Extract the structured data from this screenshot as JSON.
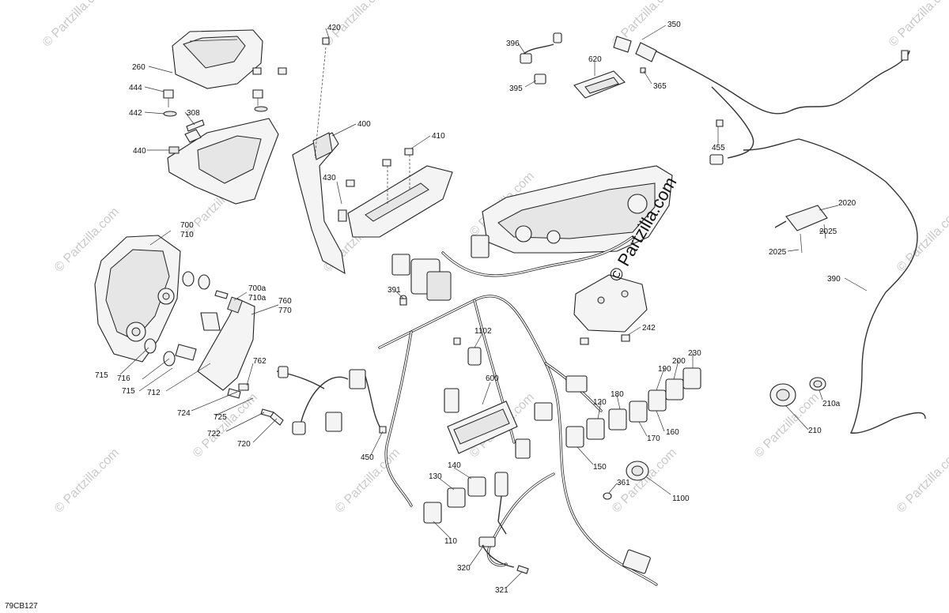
{
  "diagram": {
    "code": "79CB127",
    "watermark_main": "© Partzilla.com",
    "watermark_repeat": "© Partzilla.com",
    "labels": {
      "l260": "260",
      "l444": "444",
      "l442": "442",
      "l308": "308",
      "l440": "440",
      "l420": "420",
      "l400": "400",
      "l410": "410",
      "l430": "430",
      "l700": "700",
      "l710": "710",
      "l700a": "700a",
      "l710a": "710a",
      "l760": "760",
      "l770": "770",
      "l762": "762",
      "l715a": "715",
      "l716": "716",
      "l715b": "715",
      "l712": "712",
      "l724": "724",
      "l725": "725",
      "l722": "722",
      "l720": "720",
      "l391": "391",
      "l450": "450",
      "l1102": "1102",
      "l600": "600",
      "l130": "130",
      "l140": "140",
      "l110": "110",
      "l320": "320",
      "l321": "321",
      "l396": "396",
      "l395": "395",
      "l620": "620",
      "l350": "350",
      "l365": "365",
      "l455": "455",
      "l2020": "2020",
      "l2025a": "2025",
      "l2025b": "2025",
      "l390": "390",
      "l242": "242",
      "l230": "230",
      "l200": "200",
      "l190": "190",
      "l180": "180",
      "l120": "120",
      "l170": "170",
      "l160": "160",
      "l150": "150",
      "l361": "361",
      "l1100": "1100",
      "l210": "210",
      "l210a": "210a"
    }
  }
}
